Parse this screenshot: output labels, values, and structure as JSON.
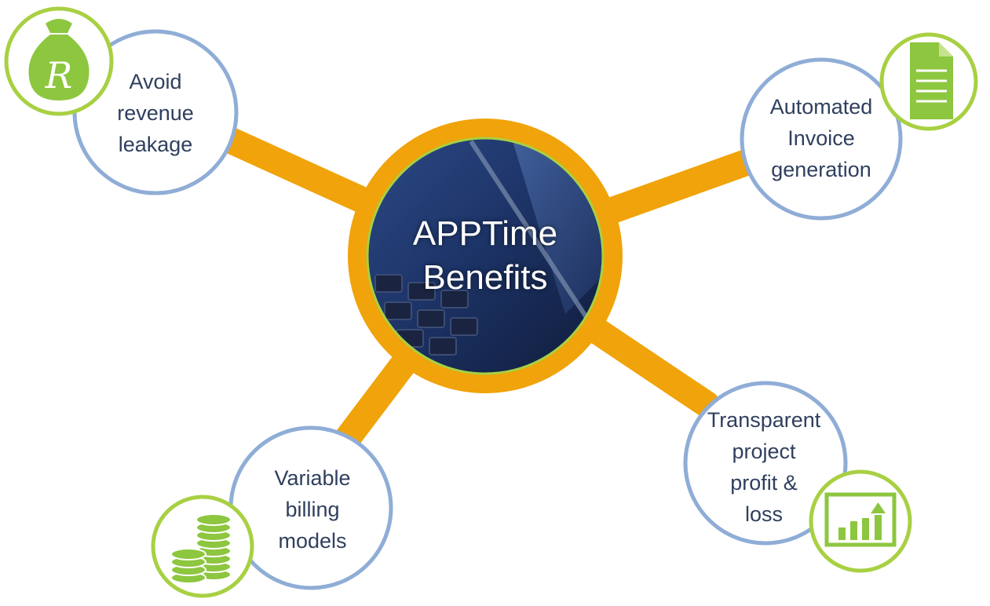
{
  "center": {
    "title_lines": [
      "APPTime",
      "Benefits"
    ]
  },
  "benefits": [
    {
      "id": "revenue",
      "lines": [
        "Avoid",
        "revenue",
        "leakage"
      ],
      "icon": "money-bag-icon",
      "icon_letter": "R"
    },
    {
      "id": "invoice",
      "lines": [
        "Automated",
        "Invoice",
        "generation"
      ],
      "icon": "document-icon"
    },
    {
      "id": "billing",
      "lines": [
        "Variable",
        "billing",
        "models"
      ],
      "icon": "coin-stack-icon"
    },
    {
      "id": "profit",
      "lines": [
        "Transparent",
        "project",
        "profit &",
        "loss"
      ],
      "icon": "bar-chart-icon"
    }
  ],
  "colors": {
    "connector": "#f0a30a",
    "ring_blue": "#8fadd6",
    "ring_green": "#a8d043",
    "icon_green": "#8dc63f",
    "text": "#2f3f5e",
    "hub_ring": "#a8d043"
  }
}
